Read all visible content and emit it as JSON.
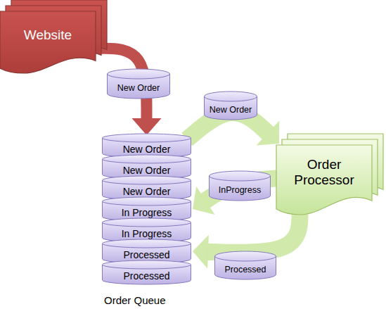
{
  "diagram": {
    "nodes": [
      {
        "text": [
          "Website"
        ]
      },
      {
        "text": [
          "New Order"
        ]
      },
      {
        "text": [
          "New Order"
        ]
      },
      {
        "text": [
          "New Order"
        ]
      },
      {
        "text": [
          "New Order"
        ]
      },
      {
        "text": [
          "In Progress"
        ]
      },
      {
        "text": [
          "In Progress"
        ]
      },
      {
        "text": [
          "Processed"
        ]
      },
      {
        "text": [
          "Processed"
        ]
      },
      {
        "text": [
          "New Order"
        ]
      },
      {
        "text": [
          "Order Processor"
        ]
      },
      {
        "text": [
          "InProgress"
        ]
      },
      {
        "text": [
          "Processed"
        ]
      }
    ],
    "edges": [
      {
        "from": 0,
        "to": 2,
        "arrow": "to"
      },
      {
        "from": 2,
        "to": 10,
        "arrow": "to"
      },
      {
        "from": 10,
        "to": 5,
        "arrow": "to"
      },
      {
        "from": 10,
        "to": 7,
        "arrow": "to"
      }
    ],
    "labels": [
      "Order Queue"
    ]
  }
}
